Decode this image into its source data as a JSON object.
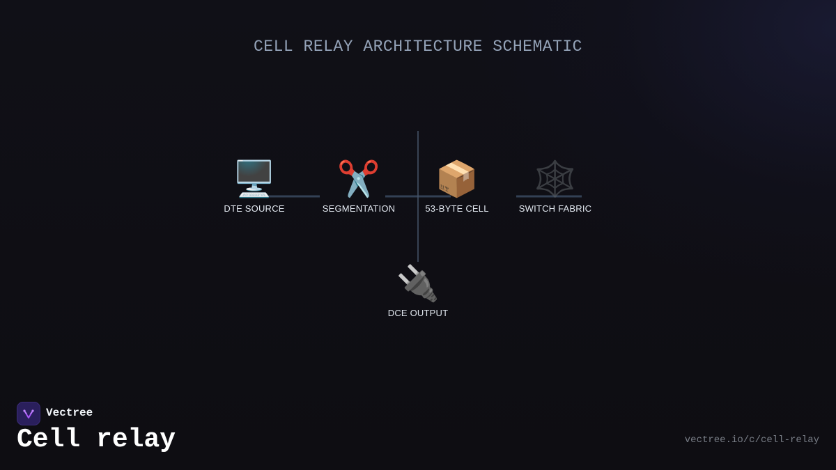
{
  "diagram": {
    "title": "CELL RELAY ARCHITECTURE SCHEMATIC",
    "nodes": [
      {
        "id": "dte-source",
        "label": "DTE SOURCE",
        "icon": "🖥️",
        "icon_name": "desktop-computer-icon"
      },
      {
        "id": "segmentation",
        "label": "SEGMENTATION",
        "icon": "✂️",
        "icon_name": "scissors-icon"
      },
      {
        "id": "cell",
        "label": "53-BYTE CELL",
        "icon": "📦",
        "icon_name": "package-icon"
      },
      {
        "id": "switch-fabric",
        "label": "SWITCH FABRIC",
        "icon": "🕸️",
        "icon_name": "spider-web-icon"
      },
      {
        "id": "dce-output",
        "label": "DCE OUTPUT",
        "icon": "🔌",
        "icon_name": "electric-plug-icon"
      }
    ],
    "edges": [
      {
        "from": "dte-source",
        "to": "segmentation"
      },
      {
        "from": "segmentation",
        "to": "cell"
      },
      {
        "from": "cell",
        "to": "switch-fabric"
      }
    ],
    "connector_color": "#334155",
    "axis_color": "#475569"
  },
  "footer": {
    "brand_name": "Vectree",
    "page_title": "Cell relay",
    "url": "vectree.io/c/cell-relay",
    "logo_icon": "vectree-logo-icon",
    "logo_color": "#a855f7"
  }
}
